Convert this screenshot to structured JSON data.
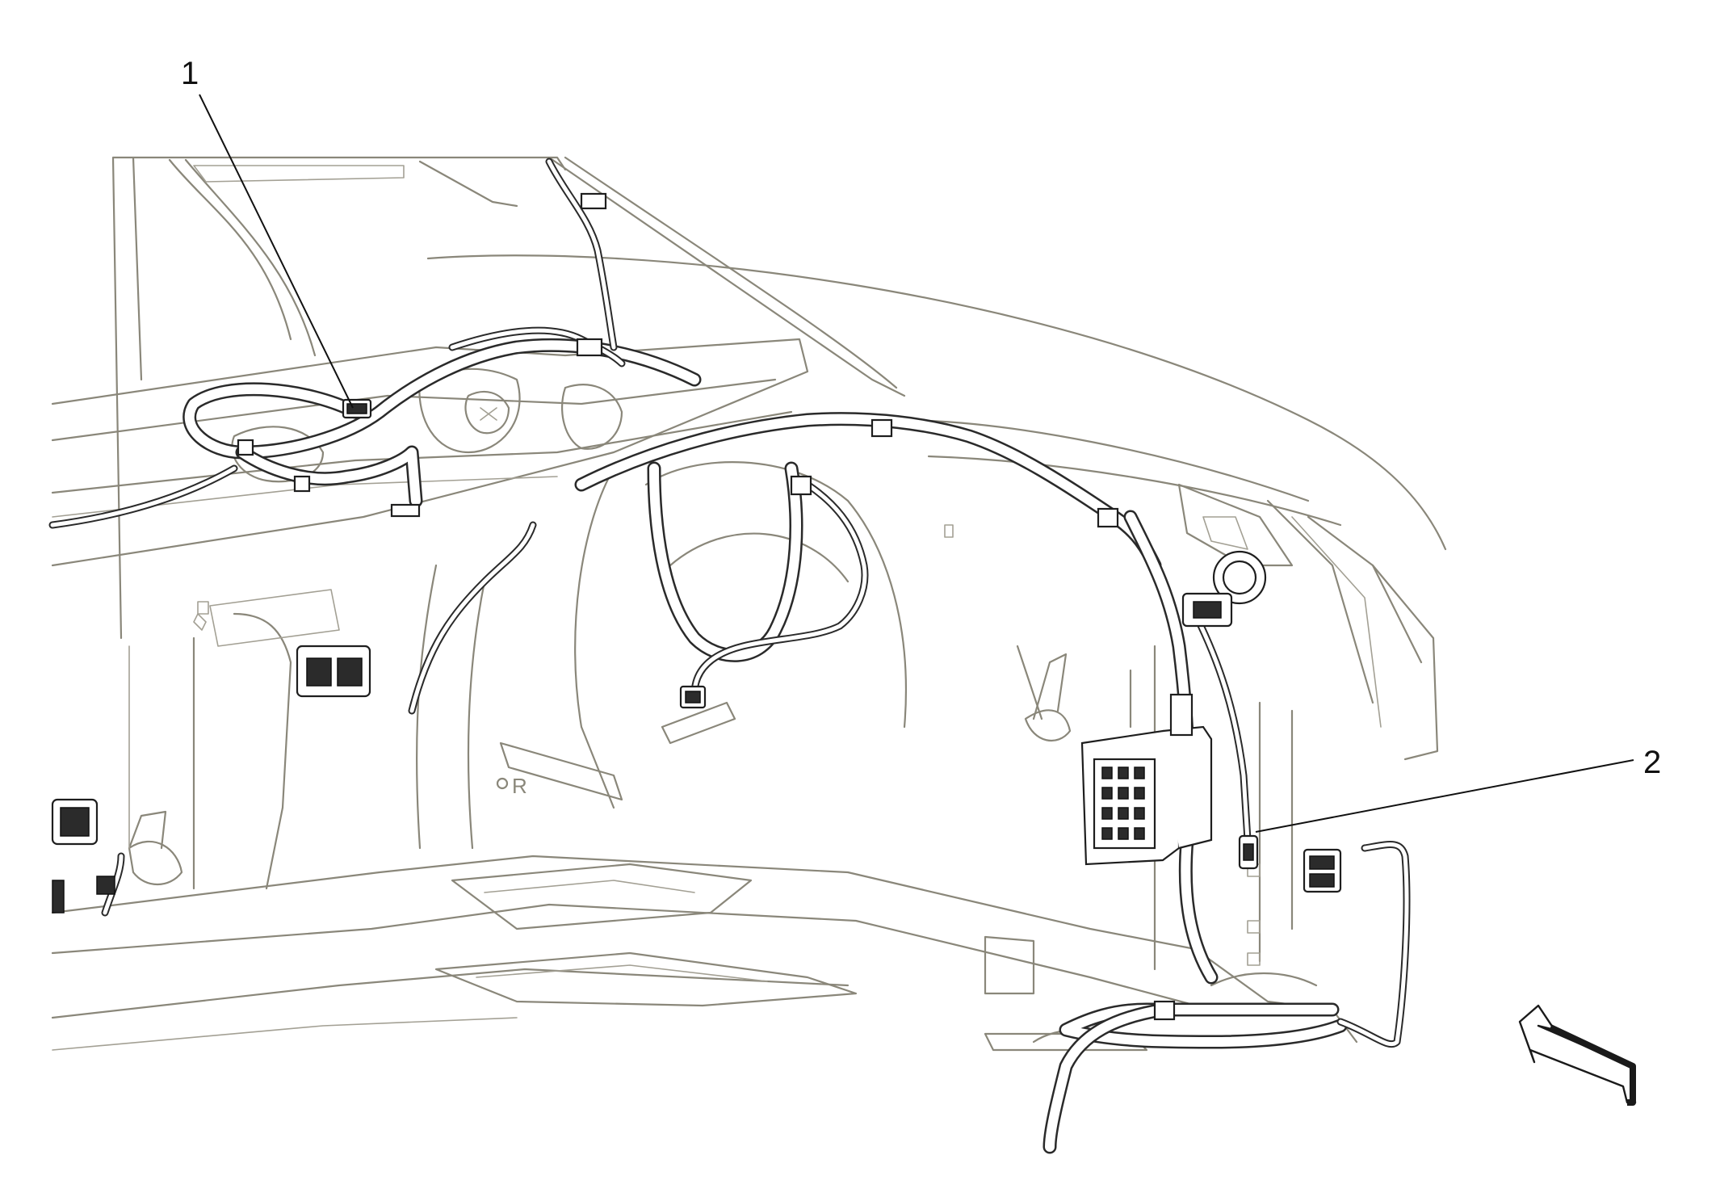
{
  "diagram": {
    "callouts": [
      {
        "id": "1",
        "label": "1"
      },
      {
        "id": "2",
        "label": "2"
      }
    ],
    "stamp_text": "R",
    "view_arrow": "view-direction-arrow",
    "colors": {
      "panel_line": "#8a877a",
      "harness_line": "#2a2a2a",
      "callout": "#111111",
      "background": "#ffffff"
    }
  }
}
